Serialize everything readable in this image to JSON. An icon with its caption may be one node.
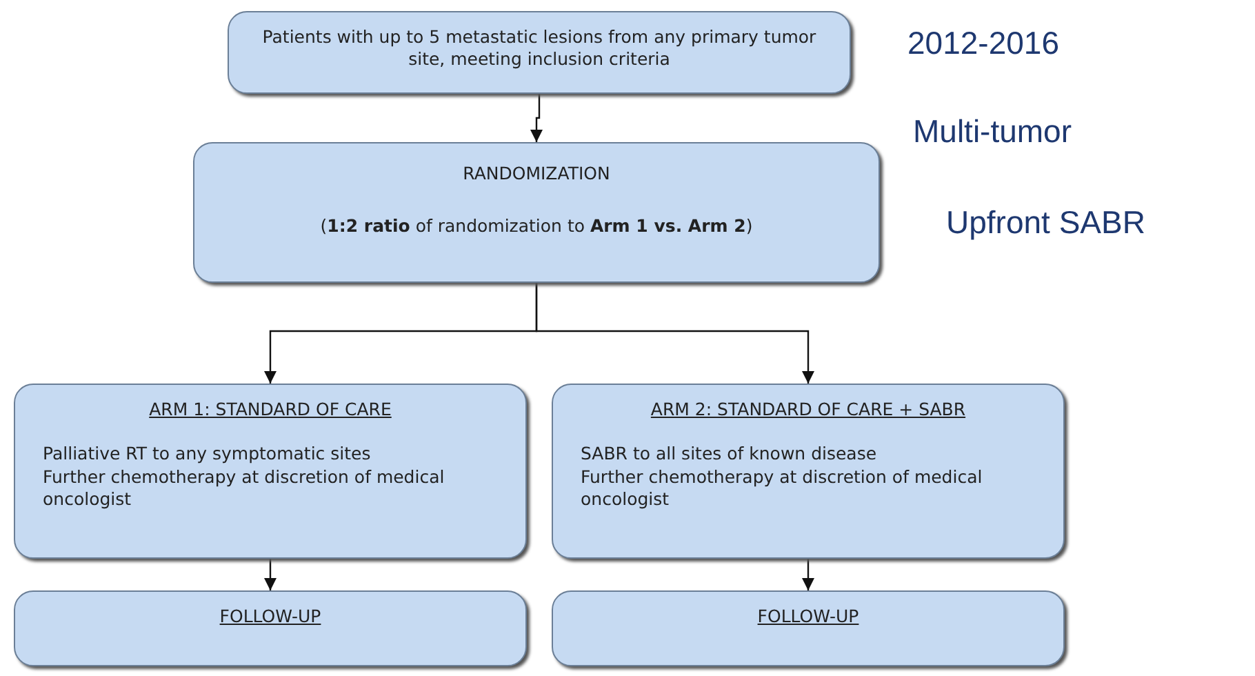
{
  "diagram": {
    "nodes": [
      {
        "text": [
          "Patients with up to 5 metastatic lesions from any primary tumor site, meeting inclusion criteria"
        ]
      },
      {
        "text": [
          "RANDOMIZATION",
          "(**1:2 ratio** of randomization to **Arm 1 vs. Arm 2**)"
        ]
      },
      {
        "text": [
          "ARM 1: STANDARD OF CARE",
          "Palliative RT to any symptomatic sites",
          "Further chemotherapy at discretion of medical oncologist"
        ]
      },
      {
        "text": [
          "ARM 2: STANDARD OF CARE + SABR",
          "SABR to all sites of known disease",
          "Further chemotherapy at discretion of medical oncologist"
        ]
      },
      {
        "text": [
          "FOLLOW-UP"
        ]
      },
      {
        "text": [
          "FOLLOW-UP"
        ]
      }
    ],
    "edges": [
      {
        "from": 0,
        "to": 1,
        "arrow": "to"
      },
      {
        "from": 1,
        "to": 2,
        "arrow": "to"
      },
      {
        "from": 1,
        "to": 3,
        "arrow": "to"
      },
      {
        "from": 2,
        "to": 4,
        "arrow": "to"
      },
      {
        "from": 3,
        "to": 5,
        "arrow": "to"
      }
    ],
    "labels": [
      "2012-2016",
      "Multi-tumor",
      "Upfront SABR"
    ]
  }
}
